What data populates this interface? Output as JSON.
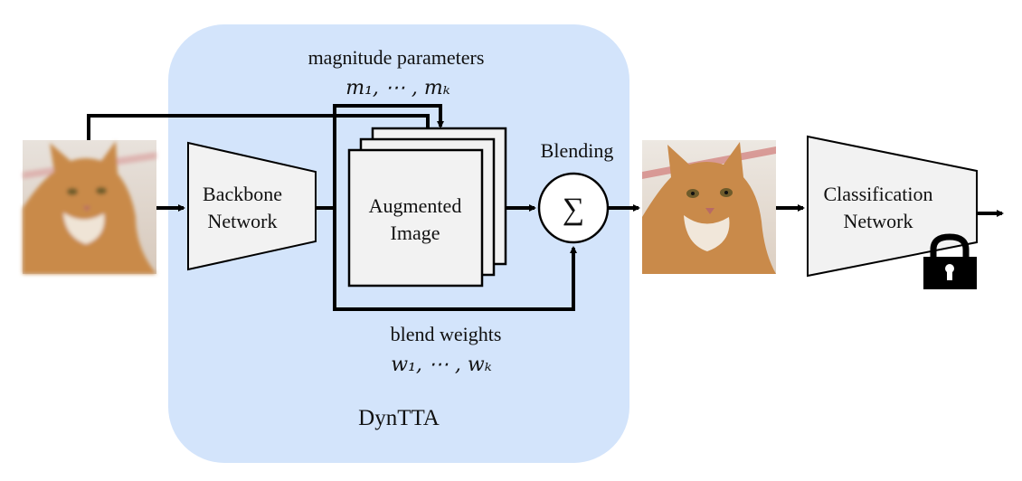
{
  "module": {
    "name": "DynTTA",
    "background": "#d3e4fb"
  },
  "labels": {
    "magnitude_title": "magnitude parameters",
    "magnitude_vars": "m₁, ⋯ , mₖ",
    "blend_title": "blend weights",
    "blend_vars": "w₁, ⋯ , wₖ",
    "blending": "Blending",
    "sum_symbol": "∑"
  },
  "blocks": {
    "backbone": [
      "Backbone",
      "Network"
    ],
    "augmented": [
      "Augmented",
      "Image"
    ],
    "classifier": [
      "Classification",
      "Network"
    ]
  },
  "images": {
    "input": "blurry cat photo (input)",
    "output": "sharp cat photo (augmented output)"
  },
  "icons": {
    "lock": "lock-icon"
  },
  "colors": {
    "block_fill": "#f2f2f2",
    "stroke": "#000000",
    "cat_orange": "#c98a4a"
  }
}
